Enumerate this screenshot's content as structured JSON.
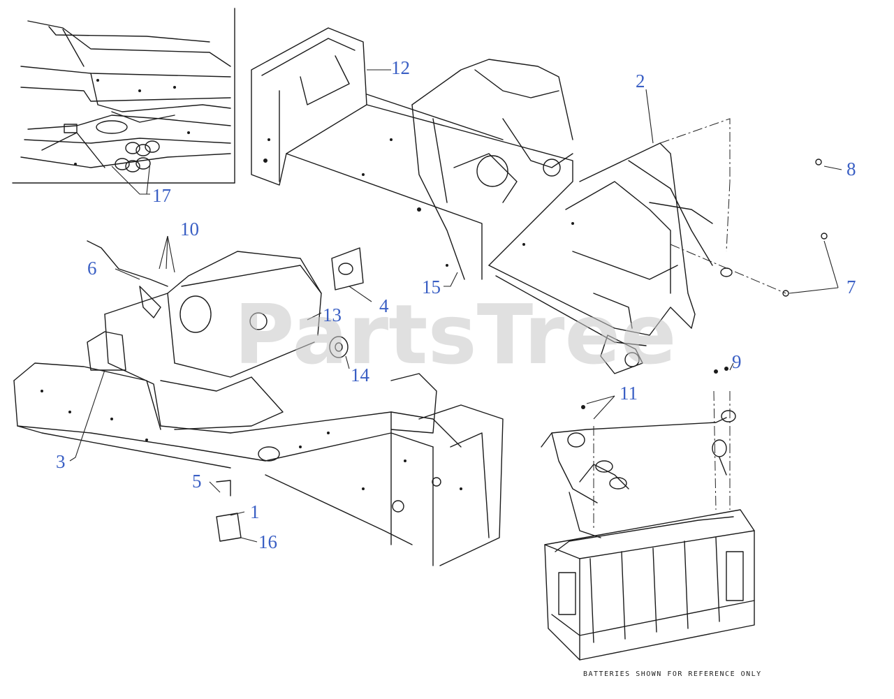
{
  "watermark": "PartsTree",
  "note": "BATTERIES SHOWN FOR REFERENCE ONLY",
  "callouts": [
    "1",
    "2",
    "3",
    "4",
    "5",
    "6",
    "7",
    "8",
    "9",
    "10",
    "11",
    "12",
    "13",
    "14",
    "15",
    "16",
    "17"
  ]
}
